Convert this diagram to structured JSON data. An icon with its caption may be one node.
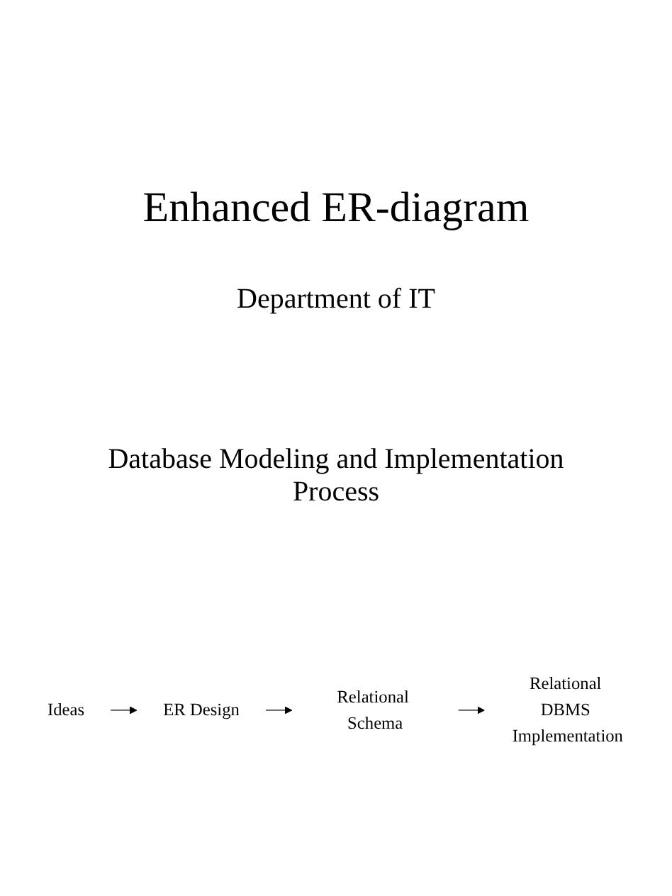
{
  "diagram": {
    "title": "Enhanced ER-diagram",
    "nodes": [
      {
        "text": [
          "Ideas"
        ]
      },
      {
        "text": [
          "ER Design"
        ]
      },
      {
        "text": [
          "Relational Schema"
        ]
      },
      {
        "text": [
          "Relational DBMS Implementation"
        ]
      }
    ],
    "edges": [
      {
        "from": 0,
        "to": 1,
        "arrow": "to"
      },
      {
        "from": 1,
        "to": 2,
        "arrow": "to"
      },
      {
        "from": 2,
        "to": 3,
        "arrow": "to"
      }
    ],
    "labels": [
      "Department of IT",
      "Database Modeling and Implementation Process"
    ]
  }
}
